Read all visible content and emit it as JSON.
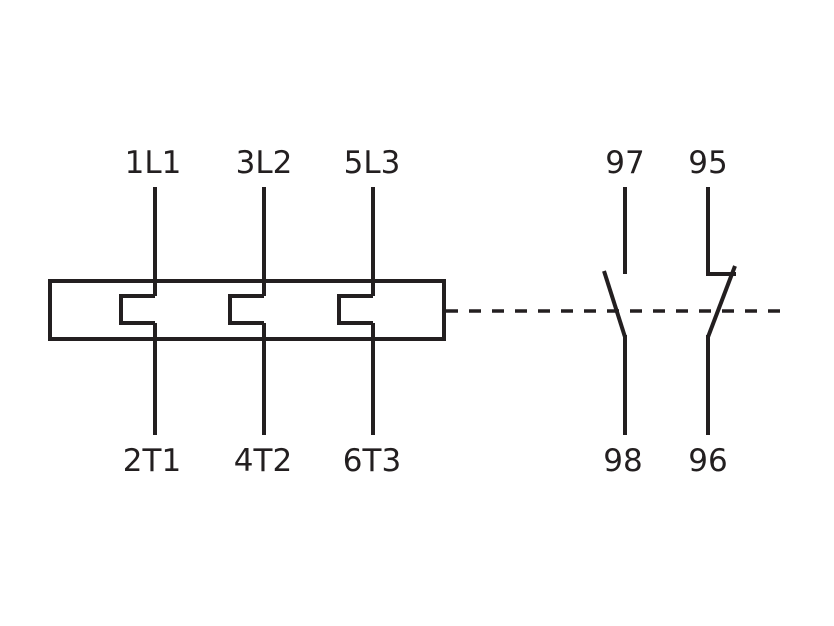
{
  "diagram": {
    "type": "thermal-overload-relay-symbol",
    "line_color": "#231f20",
    "background": "#ffffff",
    "terminals_top": [
      "1L1",
      "3L2",
      "5L3"
    ],
    "terminals_bottom": [
      "2T1",
      "4T2",
      "6T3"
    ],
    "auxiliary_contacts": {
      "normally_open": {
        "top": "97",
        "bottom": "98"
      },
      "normally_closed": {
        "top": "95",
        "bottom": "96"
      }
    }
  }
}
